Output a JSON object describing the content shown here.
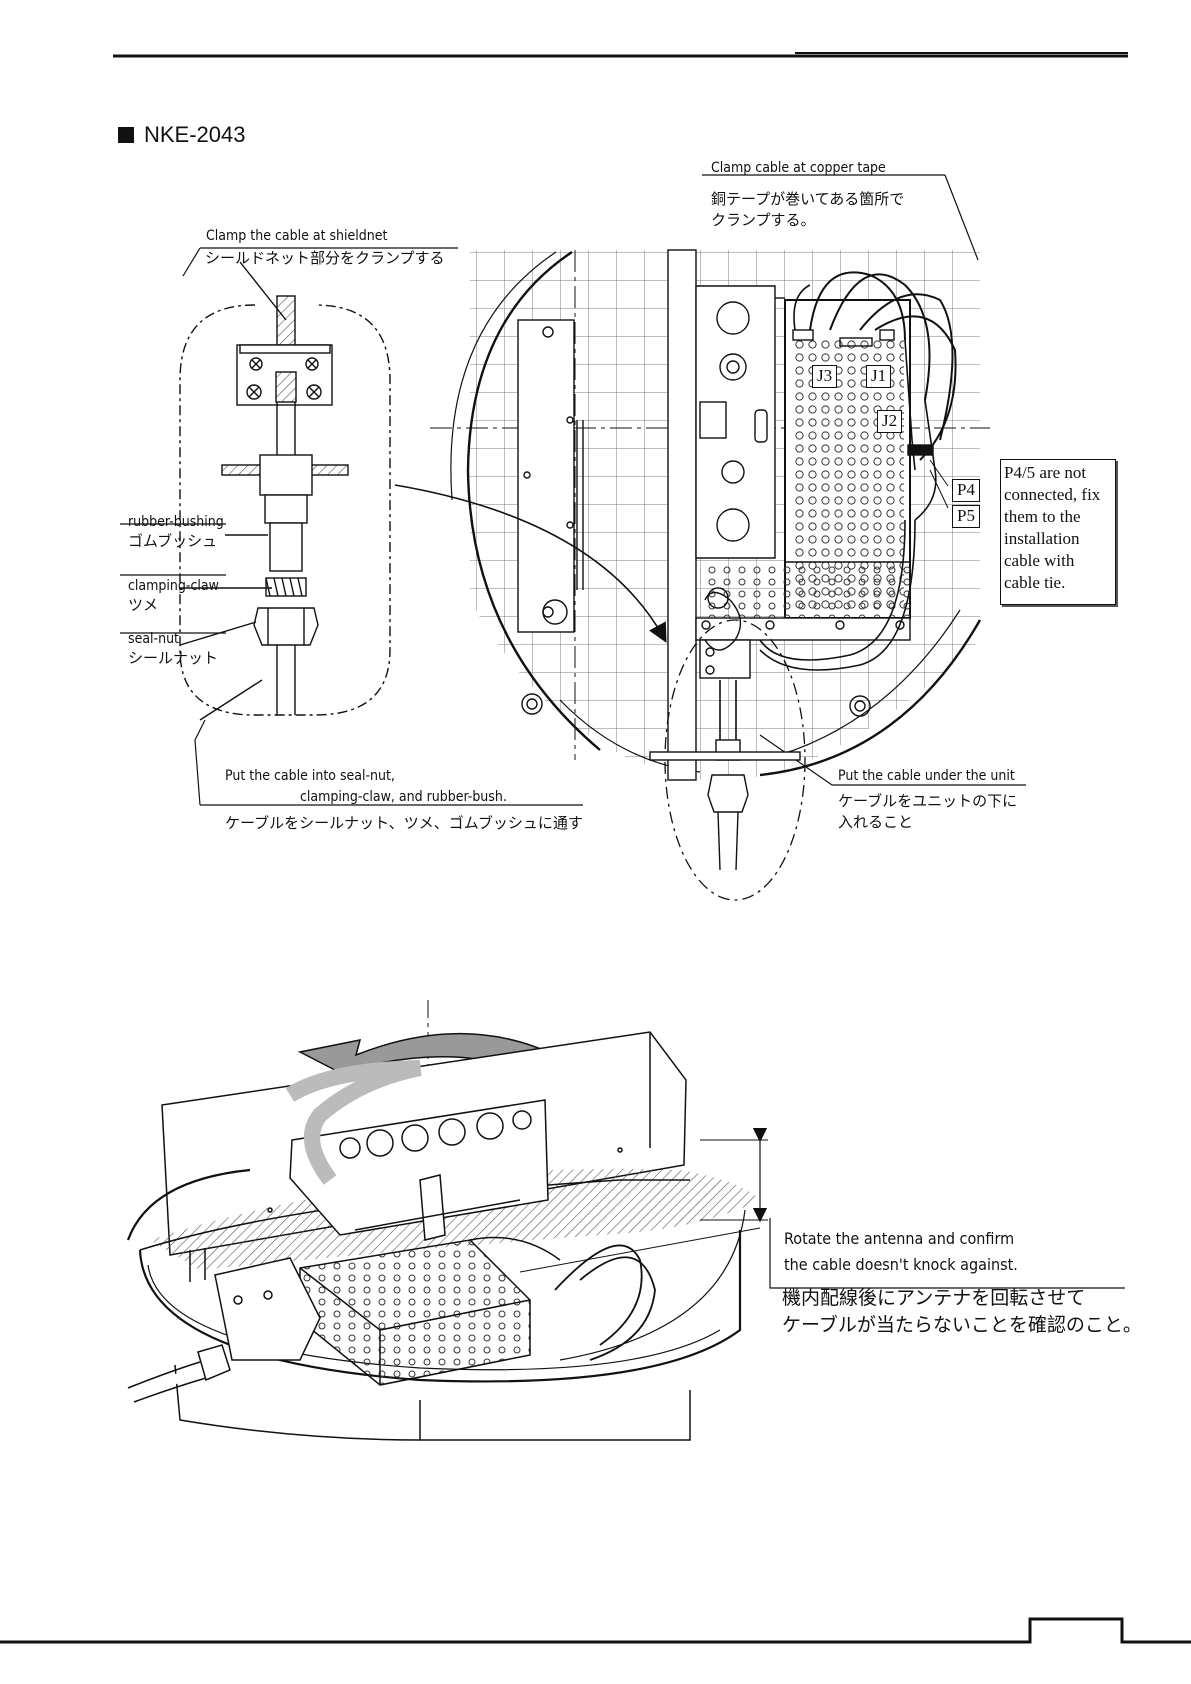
{
  "heading": "NKE-2043",
  "top_diagram": {
    "clamp_shieldnet": {
      "en": "Clamp the cable at shieldnet",
      "jp": "シールドネット部分をクランプする"
    },
    "clamp_copper": {
      "en": "Clamp cable at copper tape",
      "jp_line1": "銅テープが巻いてある箇所で",
      "jp_line2": "クランプする。"
    },
    "rubber_bushing": {
      "en": "rubber-bushing",
      "jp": "ゴムブッシュ"
    },
    "clamping_claw": {
      "en": "clamping-claw",
      "jp": "ツメ"
    },
    "seal_nut": {
      "en": "seal-nut",
      "jp": "シールナット"
    },
    "put_cable": {
      "en_line1": "Put the cable into seal-nut,",
      "en_line2": "clamping-claw, and rubber-bush.",
      "jp": "ケーブルをシールナット、ツメ、ゴムブッシュに通す"
    },
    "under_unit": {
      "en": "Put the cable under the unit",
      "jp_line1": "ケーブルをユニットの下に",
      "jp_line2": "入れること"
    },
    "connectors": {
      "j1": "J1",
      "j2": "J2",
      "j3": "J3",
      "p4": "P4",
      "p5": "P5"
    },
    "p45_note": {
      "line1": "P4/5 are not",
      "line2": "connected, fix",
      "line3": "them to the",
      "line4": "installation",
      "line5": "cable with",
      "line6": "cable tie."
    }
  },
  "bottom_diagram": {
    "rotate_note": {
      "en_line1": "Rotate the antenna and confirm",
      "en_line2": "the cable doesn't knock against.",
      "jp_line1": "機内配線後にアンテナを回転させて",
      "jp_line2": "ケーブルが当たらないことを確認のこと。"
    }
  }
}
